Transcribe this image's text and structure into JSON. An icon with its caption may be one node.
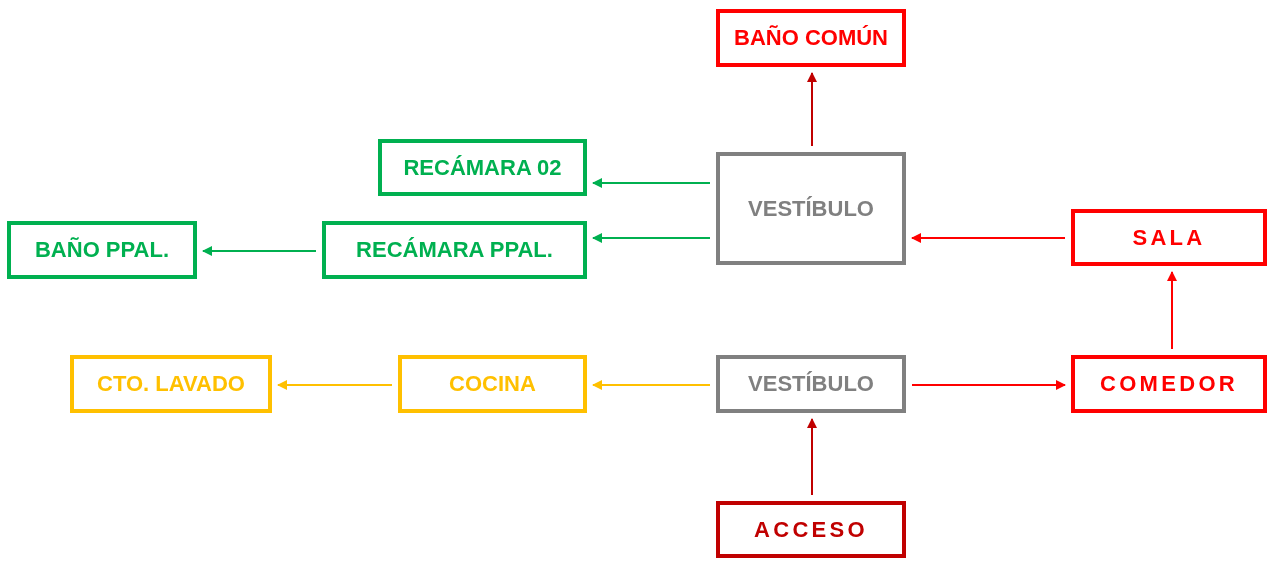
{
  "diagram": {
    "nodes": [
      {
        "text": [
          "BAÑO COMÚN"
        ]
      },
      {
        "text": [
          "RECÁMARA 02"
        ]
      },
      {
        "text": [
          "VESTÍBULO"
        ]
      },
      {
        "text": [
          "SALA"
        ]
      },
      {
        "text": [
          "BAÑO PPAL."
        ]
      },
      {
        "text": [
          "RECÁMARA PPAL."
        ]
      },
      {
        "text": [
          "CTO. LAVADO"
        ]
      },
      {
        "text": [
          "COCINA"
        ]
      },
      {
        "text": [
          "VESTÍBULO"
        ]
      },
      {
        "text": [
          "COMEDOR"
        ]
      },
      {
        "text": [
          "ACCESO"
        ]
      }
    ],
    "edges": [
      {
        "from": 2,
        "to": 0,
        "arrow": "to",
        "color": "#c00000"
      },
      {
        "from": 2,
        "to": 1,
        "arrow": "to",
        "color": "#00b050"
      },
      {
        "from": 2,
        "to": 5,
        "arrow": "to",
        "color": "#00b050"
      },
      {
        "from": 5,
        "to": 4,
        "arrow": "to",
        "color": "#00b050"
      },
      {
        "from": 3,
        "to": 2,
        "arrow": "to",
        "color": "#ff0000"
      },
      {
        "from": 9,
        "to": 3,
        "arrow": "to",
        "color": "#ff0000"
      },
      {
        "from": 8,
        "to": 9,
        "arrow": "to",
        "color": "#ff0000"
      },
      {
        "from": 8,
        "to": 7,
        "arrow": "to",
        "color": "#ffc000"
      },
      {
        "from": 7,
        "to": 6,
        "arrow": "to",
        "color": "#ffc000"
      },
      {
        "from": 10,
        "to": 8,
        "arrow": "to",
        "color": "#c00000"
      }
    ]
  }
}
